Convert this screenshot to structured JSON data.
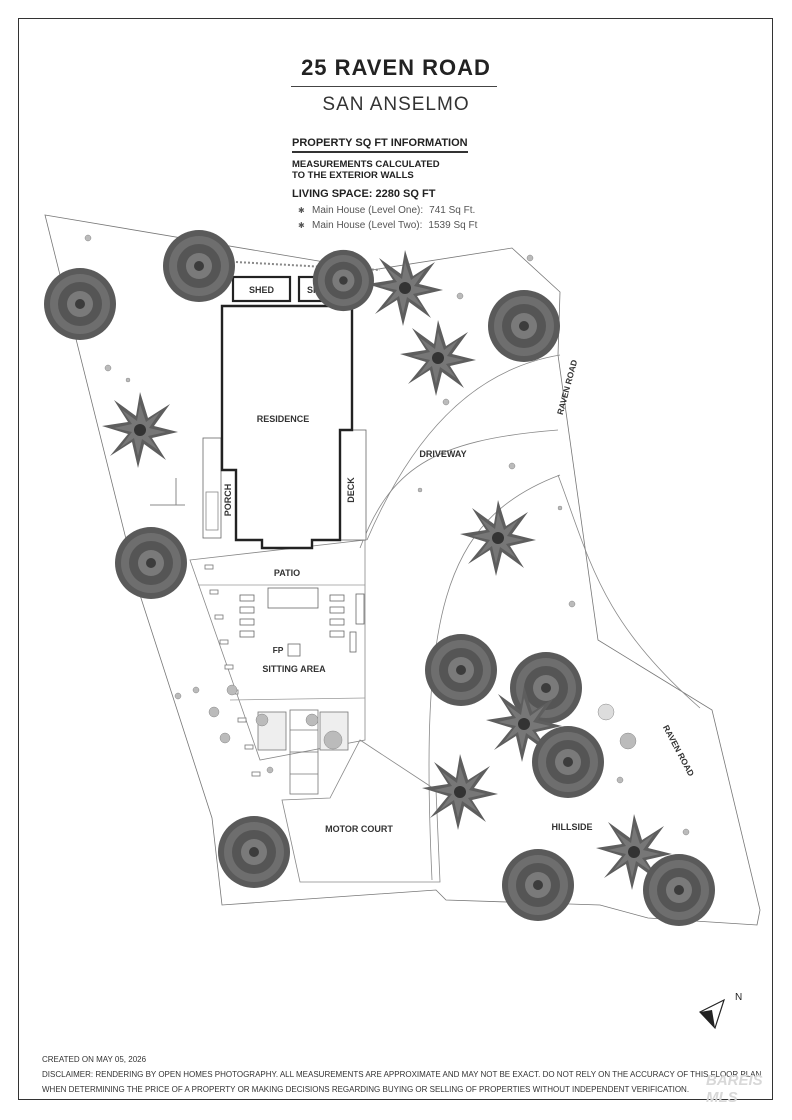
{
  "header": {
    "title": "25 RAVEN ROAD",
    "subtitle": "SAN ANSELMO"
  },
  "info": {
    "heading": "PROPERTY SQ FT INFORMATION",
    "note_line1": "MEASUREMENTS CALCULATED",
    "note_line2": "TO THE EXTERIOR WALLS",
    "living_space": "LIVING SPACE: 2280 SQ FT",
    "items": [
      {
        "label": "Main House (Level One):",
        "value": "741 Sq Ft."
      },
      {
        "label": "Main House (Level Two):",
        "value": "1539 Sq Ft"
      }
    ]
  },
  "plan_labels": {
    "shed_left": "SHED",
    "shed_right": "SHED",
    "residence": "RESIDENCE",
    "porch": "PORCH",
    "deck": "DECK",
    "patio": "PATIO",
    "fp": "FP",
    "sitting_area": "SITTING AREA",
    "driveway": "DRIVEWAY",
    "motor_court": "MOTOR COURT",
    "hillside": "HILLSIDE",
    "raven_road_top": "RAVEN ROAD",
    "raven_road_right": "RAVEN ROAD"
  },
  "compass": {
    "label": "N"
  },
  "footer": {
    "created": "CREATED ON MAY 05, 2026",
    "disclaimer_line1": "DISCLAIMER: RENDERING BY OPEN HOMES PHOTOGRAPHY. ALL MEASUREMENTS ARE APPROXIMATE AND MAY NOT BE EXACT. DO NOT RELY ON THE ACCURACY OF THIS FLOOR PLAN",
    "disclaimer_line2": "WHEN DETERMINING THE PRICE OF A PROPERTY OR MAKING DECISIONS REGARDING BUYING OR SELLING OF PROPERTIES WITHOUT INDEPENDENT VERIFICATION.",
    "watermark": "BAREIS MLS"
  }
}
